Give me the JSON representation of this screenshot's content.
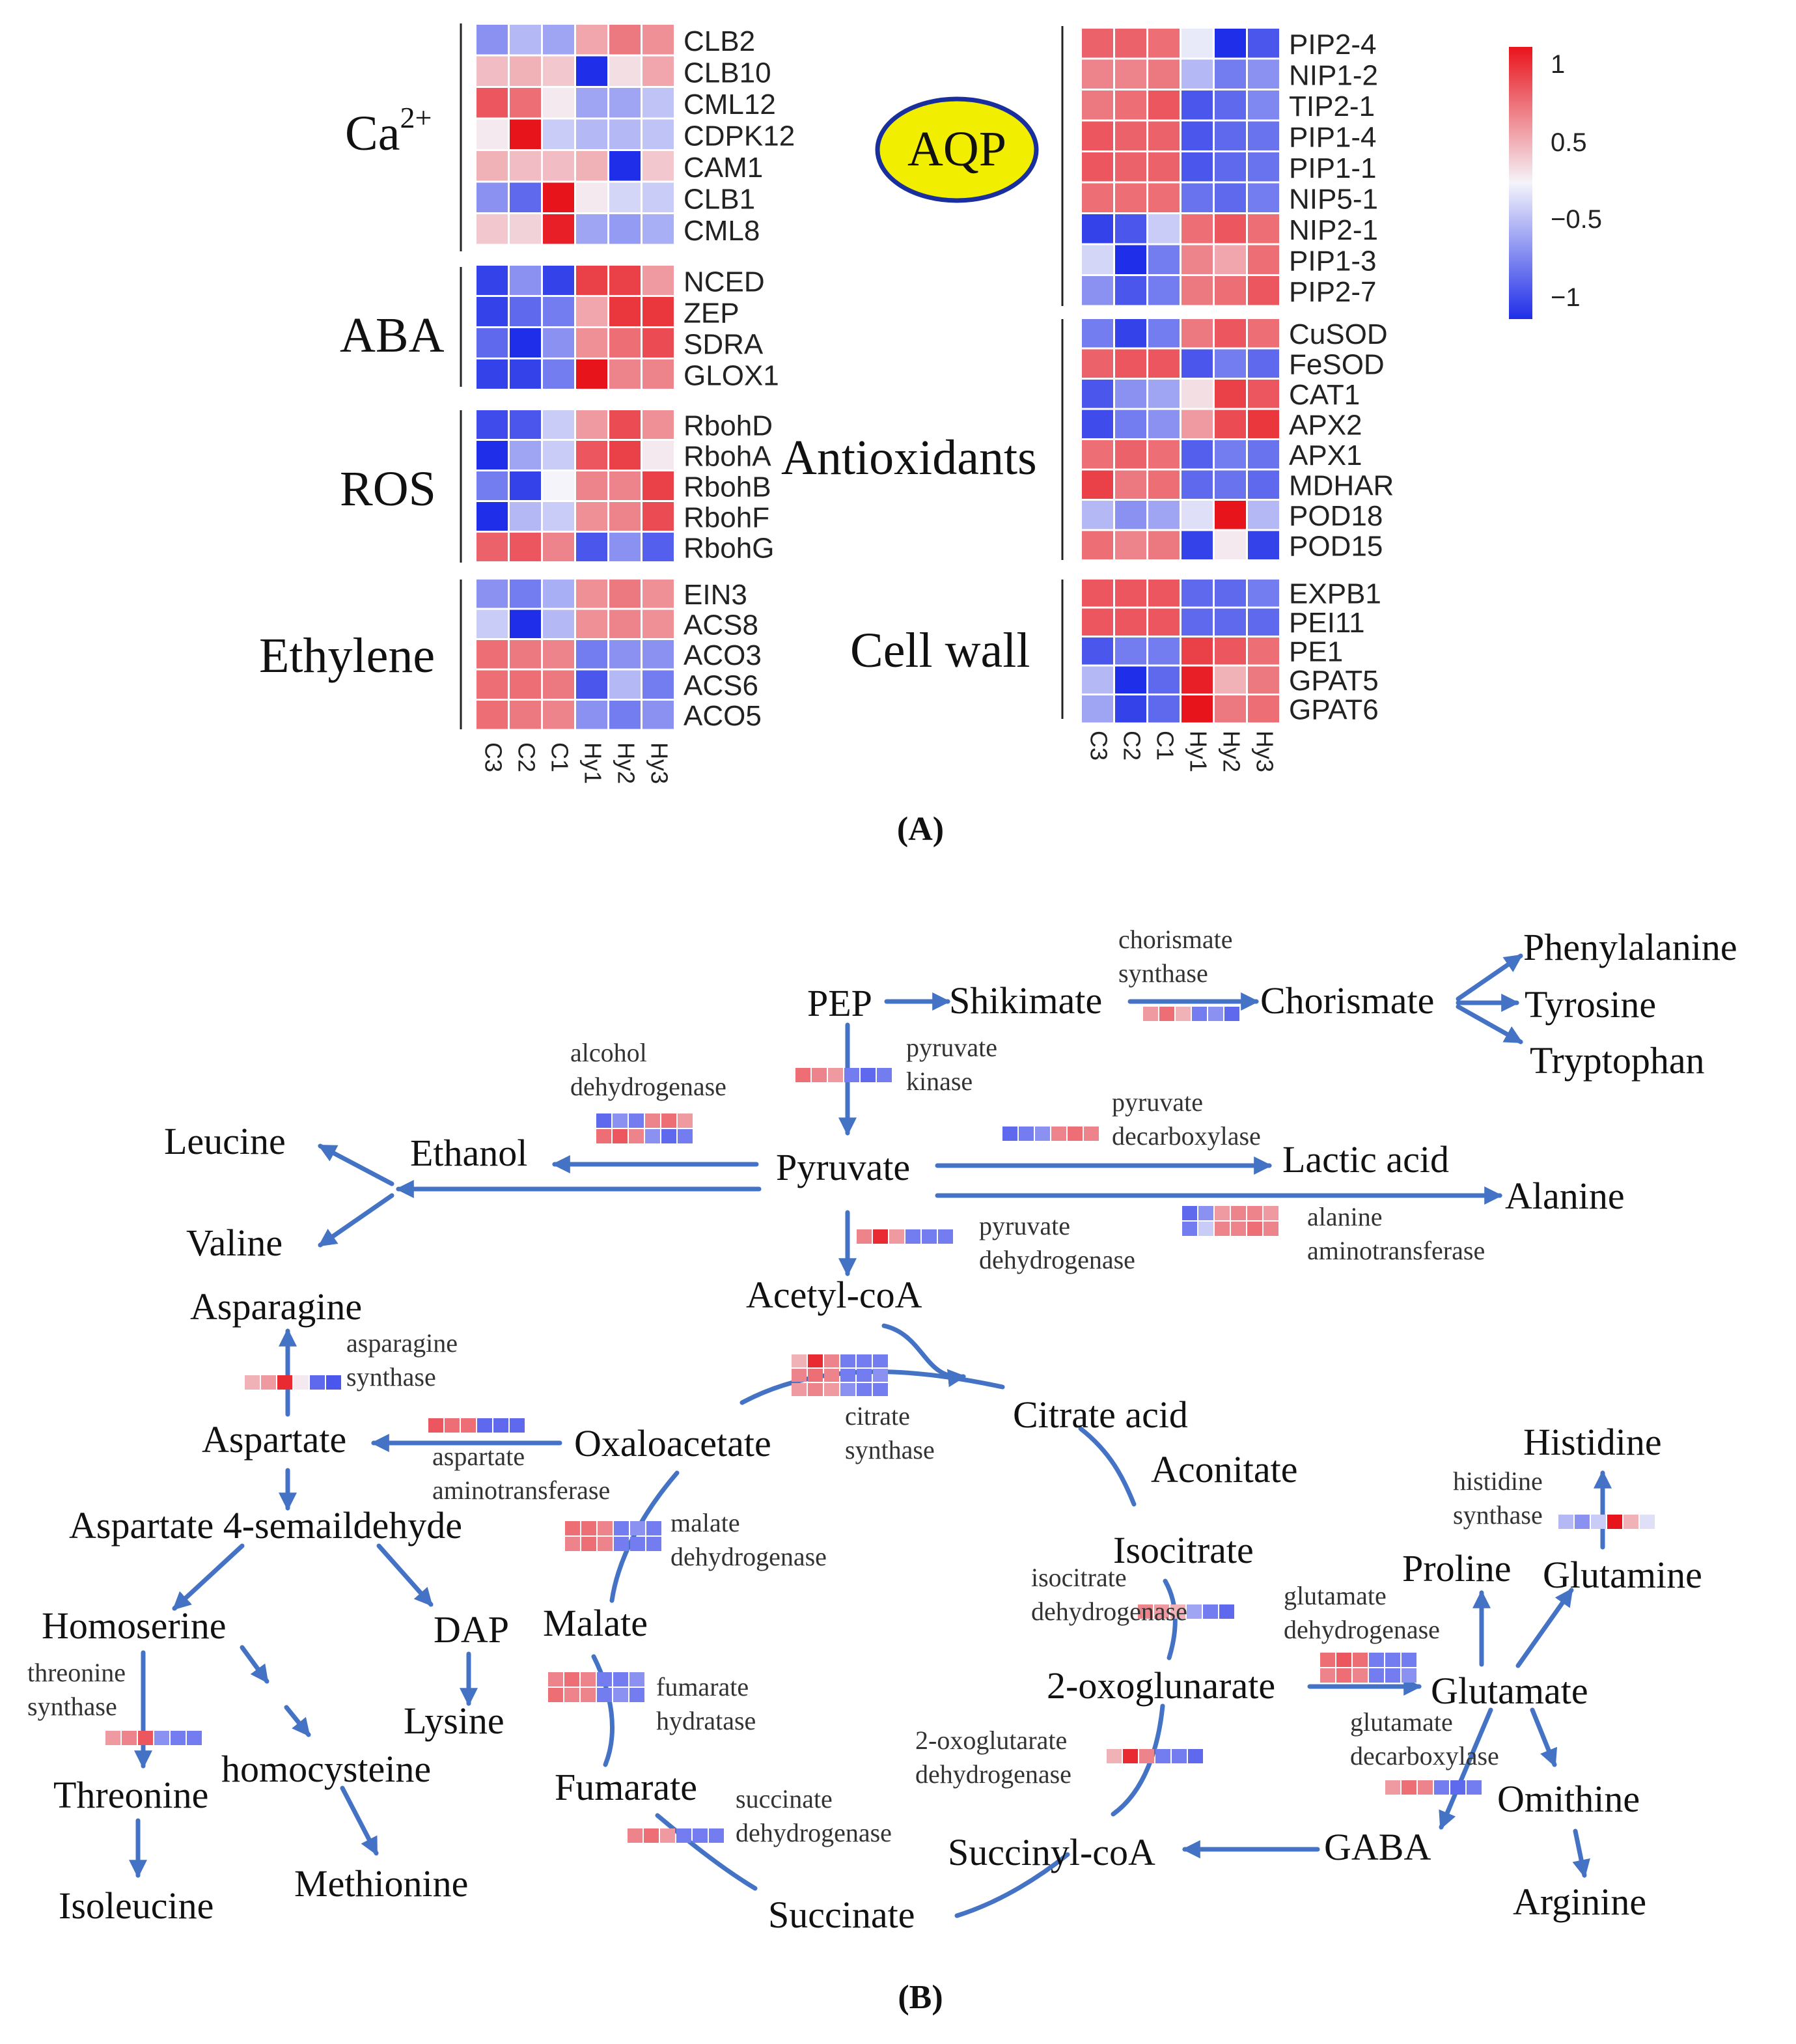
{
  "panel_labels": {
    "a": "(A)",
    "b": "(B)"
  },
  "colors": {
    "high": "#e8141c",
    "mid": "#f4f4fa",
    "low": "#1f2ee8",
    "arrow": "#4472c4",
    "aqp_fill": "#f2ee00",
    "aqp_stroke": "#1a2f9e"
  },
  "heatmap_conditions": [
    "C3",
    "C2",
    "C1",
    "Hy1",
    "Hy2",
    "Hy3"
  ],
  "colorbar": {
    "labels": [
      "1",
      "0.5",
      "−0.5",
      "−1"
    ]
  },
  "aqp_label": "AQP",
  "heatmap_left": {
    "groups": [
      {
        "name": "Ca",
        "sup": "2+",
        "genes": [
          {
            "name": "CLB2",
            "values": [
              -0.5,
              -0.3,
              -0.4,
              0.35,
              0.55,
              0.45
            ]
          },
          {
            "name": "CLB10",
            "values": [
              0.25,
              0.3,
              0.2,
              -1.0,
              0.1,
              0.35
            ]
          },
          {
            "name": "CML12",
            "values": [
              0.7,
              0.6,
              0.05,
              -0.4,
              -0.4,
              -0.25
            ]
          },
          {
            "name": "CDPK12",
            "values": [
              0.05,
              1.0,
              -0.2,
              -0.3,
              -0.3,
              -0.25
            ]
          },
          {
            "name": "CAM1",
            "values": [
              0.3,
              0.25,
              0.25,
              0.3,
              -1.0,
              0.2
            ]
          },
          {
            "name": "CLB1",
            "values": [
              -0.5,
              -0.7,
              1.0,
              0.05,
              -0.15,
              -0.2
            ]
          },
          {
            "name": "CML8",
            "values": [
              0.2,
              0.15,
              0.95,
              -0.4,
              -0.45,
              -0.35
            ]
          }
        ]
      },
      {
        "name": "ABA",
        "sup": "",
        "genes": [
          {
            "name": "NCED",
            "values": [
              -0.9,
              -0.5,
              -0.9,
              0.8,
              0.8,
              0.4
            ]
          },
          {
            "name": "ZEP",
            "values": [
              -0.9,
              -0.7,
              -0.6,
              0.35,
              0.85,
              0.85
            ]
          },
          {
            "name": "SDRA",
            "values": [
              -0.7,
              -1.0,
              -0.5,
              0.45,
              0.6,
              0.75
            ]
          },
          {
            "name": "GLOX1",
            "values": [
              -0.9,
              -0.9,
              -0.6,
              1.0,
              0.5,
              0.5
            ]
          }
        ]
      },
      {
        "name": "ROS",
        "sup": "",
        "genes": [
          {
            "name": "RbohD",
            "values": [
              -0.85,
              -0.8,
              -0.2,
              0.4,
              0.75,
              0.45
            ]
          },
          {
            "name": "RbohA",
            "values": [
              -1.0,
              -0.4,
              -0.2,
              0.7,
              0.8,
              0.05
            ]
          },
          {
            "name": "RbohB",
            "values": [
              -0.6,
              -0.9,
              0.0,
              0.5,
              0.5,
              0.8
            ]
          },
          {
            "name": "RbohF",
            "values": [
              -1.0,
              -0.3,
              -0.2,
              0.45,
              0.5,
              0.75
            ]
          },
          {
            "name": "RbohG",
            "values": [
              0.65,
              0.7,
              0.5,
              -0.8,
              -0.5,
              -0.75
            ]
          }
        ]
      },
      {
        "name": "Ethylene",
        "sup": "",
        "genes": [
          {
            "name": "EIN3",
            "values": [
              -0.5,
              -0.6,
              -0.35,
              0.45,
              0.55,
              0.45
            ]
          },
          {
            "name": "ACS8",
            "values": [
              -0.2,
              -1.0,
              -0.3,
              0.45,
              0.5,
              0.45
            ]
          },
          {
            "name": "ACO3",
            "values": [
              0.6,
              0.55,
              0.5,
              -0.6,
              -0.5,
              -0.5
            ]
          },
          {
            "name": "ACS6",
            "values": [
              0.6,
              0.6,
              0.55,
              -0.8,
              -0.3,
              -0.6
            ]
          },
          {
            "name": "ACO5",
            "values": [
              0.6,
              0.55,
              0.5,
              -0.5,
              -0.6,
              -0.5
            ]
          }
        ]
      }
    ]
  },
  "heatmap_right": {
    "groups": [
      {
        "name": "",
        "genes": [
          {
            "name": "PIP2-4",
            "values": [
              0.65,
              0.65,
              0.6,
              -0.05,
              -1.0,
              -0.8
            ]
          },
          {
            "name": "NIP1-2",
            "values": [
              0.5,
              0.5,
              0.55,
              -0.3,
              -0.6,
              -0.5
            ]
          },
          {
            "name": "TIP2-1",
            "values": [
              0.55,
              0.6,
              0.7,
              -0.8,
              -0.7,
              -0.55
            ]
          },
          {
            "name": "PIP1-4",
            "values": [
              0.7,
              0.65,
              0.65,
              -0.8,
              -0.7,
              -0.65
            ]
          },
          {
            "name": "PIP1-1",
            "values": [
              0.7,
              0.65,
              0.65,
              -0.8,
              -0.7,
              -0.65
            ]
          },
          {
            "name": "NIP5-1",
            "values": [
              0.6,
              0.6,
              0.6,
              -0.65,
              -0.7,
              -0.6
            ]
          },
          {
            "name": "NIP2-1",
            "values": [
              -0.9,
              -0.8,
              -0.2,
              0.6,
              0.7,
              0.6
            ]
          },
          {
            "name": "PIP1-3",
            "values": [
              -0.15,
              -1.0,
              -0.6,
              0.5,
              0.35,
              0.6
            ]
          },
          {
            "name": "PIP2-7",
            "values": [
              -0.5,
              -0.8,
              -0.6,
              0.55,
              0.6,
              0.7
            ]
          }
        ]
      },
      {
        "name": "Antioxidants",
        "genes": [
          {
            "name": "CuSOD",
            "values": [
              -0.6,
              -0.9,
              -0.6,
              0.55,
              0.7,
              0.6
            ]
          },
          {
            "name": "FeSOD",
            "values": [
              0.65,
              0.7,
              0.7,
              -0.8,
              -0.6,
              -0.7
            ]
          },
          {
            "name": "CAT1",
            "values": [
              -0.8,
              -0.5,
              -0.4,
              0.1,
              0.8,
              0.7
            ]
          },
          {
            "name": "APX2",
            "values": [
              -0.85,
              -0.6,
              -0.5,
              0.4,
              0.75,
              0.85
            ]
          },
          {
            "name": "APX1",
            "values": [
              0.6,
              0.65,
              0.6,
              -0.75,
              -0.6,
              -0.65
            ]
          },
          {
            "name": "MDHAR",
            "values": [
              0.8,
              0.55,
              0.6,
              -0.7,
              -0.65,
              -0.7
            ]
          },
          {
            "name": "POD18",
            "values": [
              -0.3,
              -0.5,
              -0.4,
              -0.1,
              1.0,
              -0.3
            ]
          },
          {
            "name": "POD15",
            "values": [
              0.6,
              0.5,
              0.55,
              -0.9,
              0.05,
              -0.9
            ]
          }
        ]
      },
      {
        "name": "Cell wall",
        "genes": [
          {
            "name": "EXPB1",
            "values": [
              0.7,
              0.7,
              0.7,
              -0.7,
              -0.7,
              -0.6
            ]
          },
          {
            "name": "PEI11",
            "values": [
              0.7,
              0.7,
              0.7,
              -0.7,
              -0.7,
              -0.7
            ]
          },
          {
            "name": "PE1",
            "values": [
              -0.8,
              -0.6,
              -0.6,
              0.8,
              0.7,
              0.6
            ]
          },
          {
            "name": "GPAT5",
            "values": [
              -0.3,
              -1.0,
              -0.7,
              0.95,
              0.3,
              0.55
            ]
          },
          {
            "name": "GPAT6",
            "values": [
              -0.4,
              -0.9,
              -0.7,
              1.0,
              0.55,
              0.6
            ]
          }
        ]
      }
    ]
  },
  "metabolites": {
    "pep": "PEP",
    "shikimate": "Shikimate",
    "chorismate": "Chorismate",
    "phenylalanine": "Phenylalanine",
    "tyrosine": "Tyrosine",
    "tryptophan": "Tryptophan",
    "pyruvate": "Pyruvate",
    "ethanol": "Ethanol",
    "leucine": "Leucine",
    "valine": "Valine",
    "lactic_acid": "Lactic acid",
    "alanine": "Alanine",
    "acetyl_coa": "Acetyl-coA",
    "asparagine": "Asparagine",
    "aspartate": "Aspartate",
    "oxaloacetate": "Oxaloacetate",
    "citrate_acid": "Citrate acid",
    "aconitate": "Aconitate",
    "isocitrate": "Isocitrate",
    "aspartate_semialdehyde": "Aspartate 4-semaildehyde",
    "homoserine": "Homoserine",
    "dap": "DAP",
    "lysine": "Lysine",
    "threonine": "Threonine",
    "homocysteine": "homocysteine",
    "isoleucine": "Isoleucine",
    "methionine": "Methionine",
    "malate": "Malate",
    "fumarate": "Fumarate",
    "succinate": "Succinate",
    "succinyl_coa": "Succinyl-coA",
    "gaba": "GABA",
    "oxoglunarate": "2-oxoglunarate",
    "glutamate": "Glutamate",
    "proline": "Proline",
    "glutamine": "Glutamine",
    "histidine": "Histidine",
    "omithine": "Omithine",
    "arginine": "Arginine"
  },
  "enzymes": {
    "chorismate_synthase": {
      "lines": [
        "chorismate",
        "synthase"
      ],
      "values": [
        0.4,
        0.6,
        0.3,
        -0.6,
        -0.5,
        -0.7
      ]
    },
    "pyruvate_kinase": {
      "lines": [
        "pyruvate",
        "kinase"
      ],
      "values": [
        0.6,
        0.5,
        0.4,
        -0.6,
        -0.7,
        -0.6
      ]
    },
    "alcohol_dehydrogenase": {
      "lines": [
        "alcohol",
        "dehydrogenase"
      ],
      "rows": [
        [
          -0.7,
          -0.5,
          -0.6,
          0.5,
          0.6,
          0.4
        ],
        [
          0.6,
          0.7,
          0.5,
          -0.5,
          -0.7,
          -0.6
        ]
      ]
    },
    "pyruvate_decarboxylase": {
      "lines": [
        "pyruvate",
        "decarboxylase"
      ],
      "values": [
        -0.7,
        -0.6,
        -0.5,
        0.5,
        0.6,
        0.5
      ]
    },
    "pyruvate_dehydrogenase": {
      "lines": [
        "pyruvate",
        "dehydrogenase"
      ],
      "values": [
        0.5,
        0.9,
        0.4,
        -0.6,
        -0.6,
        -0.6
      ]
    },
    "alanine_aminotransferase": {
      "lines": [
        "alanine",
        "aminotransferase"
      ],
      "rows": [
        [
          -0.7,
          -0.5,
          0.4,
          0.5,
          0.5,
          0.4
        ],
        [
          -0.6,
          -0.2,
          0.5,
          0.5,
          0.6,
          0.5
        ]
      ]
    },
    "asparagine_synthase": {
      "lines": [
        "asparagine",
        "synthase"
      ],
      "values": [
        0.3,
        0.4,
        0.9,
        0.05,
        -0.7,
        -0.8
      ]
    },
    "citrate_synthase": {
      "lines": [
        "citrate",
        "synthase"
      ],
      "rows": [
        [
          0.3,
          0.9,
          0.5,
          -0.6,
          -0.6,
          -0.6
        ],
        [
          0.5,
          0.6,
          0.5,
          -0.6,
          -0.6,
          -0.5
        ],
        [
          0.4,
          0.5,
          0.4,
          -0.5,
          -0.6,
          -0.6
        ]
      ]
    },
    "aspartate_aminotransferase": {
      "lines": [
        "aspartate",
        "aminotransferase"
      ],
      "values": [
        0.7,
        0.6,
        0.6,
        -0.7,
        -0.7,
        -0.7
      ]
    },
    "malate_dehydrogenase": {
      "lines": [
        "malate",
        "dehydrogenase"
      ],
      "rows": [
        [
          0.6,
          0.6,
          0.5,
          -0.6,
          -0.5,
          -0.6
        ],
        [
          0.5,
          0.6,
          0.5,
          -0.6,
          -0.6,
          -0.6
        ]
      ]
    },
    "fumarate_hydratase": {
      "lines": [
        "fumarate",
        "hydratase"
      ],
      "rows": [
        [
          0.5,
          0.6,
          0.5,
          -0.6,
          -0.6,
          -0.5
        ],
        [
          0.6,
          0.5,
          0.5,
          -0.6,
          -0.5,
          -0.6
        ]
      ]
    },
    "succinate_dehydrogenase": {
      "lines": [
        "succinate",
        "dehydrogenase"
      ],
      "values": [
        0.5,
        0.6,
        0.4,
        -0.6,
        -0.6,
        -0.6
      ]
    },
    "threonine_synthase": {
      "lines": [
        "threonine",
        "synthase"
      ],
      "values": [
        0.4,
        0.5,
        0.7,
        -0.5,
        -0.6,
        -0.6
      ]
    },
    "isocitrate_dehydrogenase": {
      "lines": [
        "isocitrate",
        "dehydrogenase"
      ],
      "values": [
        0.5,
        0.4,
        0.3,
        -0.4,
        -0.6,
        -0.7
      ]
    },
    "glutamate_dehydrogenase": {
      "lines": [
        "glutamate",
        "dehydrogenase"
      ],
      "rows": [
        [
          0.6,
          0.7,
          0.6,
          -0.6,
          -0.6,
          -0.6
        ],
        [
          0.5,
          0.6,
          0.5,
          -0.6,
          -0.6,
          -0.5
        ]
      ]
    },
    "oxoglutarate_dehydrogenase": {
      "lines": [
        "2-oxoglutarate",
        "dehydrogenase"
      ],
      "values": [
        0.3,
        0.9,
        0.5,
        -0.6,
        -0.6,
        -0.7
      ]
    },
    "glutamate_decarboxylase": {
      "lines": [
        "glutamate",
        "decarboxylase"
      ],
      "values": [
        0.4,
        0.6,
        0.5,
        -0.6,
        -0.7,
        -0.6
      ]
    },
    "histidine_synthase": {
      "lines": [
        "histidine",
        "synthase"
      ],
      "values": [
        -0.3,
        -0.5,
        -0.2,
        1.0,
        0.3,
        -0.1
      ]
    }
  }
}
